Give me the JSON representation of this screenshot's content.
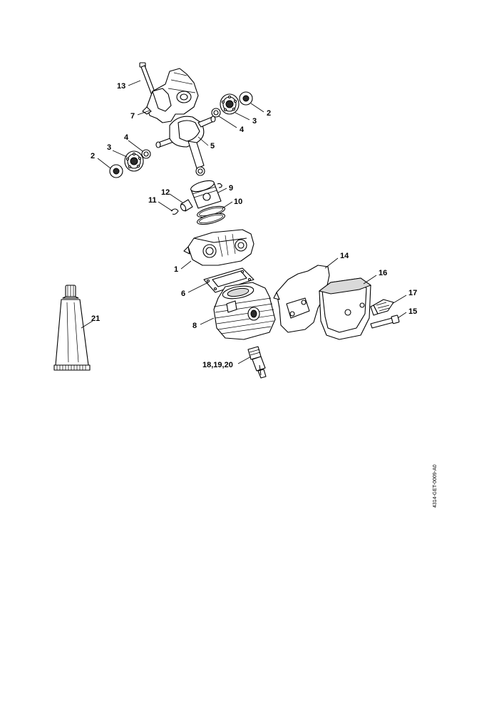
{
  "callouts": {
    "c13": "13",
    "c7": "7",
    "c2a": "2",
    "c3a": "3",
    "c4a": "4",
    "c5": "5",
    "c4b": "4",
    "c3b": "3",
    "c2b": "2",
    "c12": "12",
    "c9": "9",
    "c11": "11",
    "c10": "10",
    "c14": "14",
    "c16": "16",
    "c1": "1",
    "c6": "6",
    "c17": "17",
    "c21": "21",
    "c15": "15",
    "c8": "8",
    "c18": "18,19,20"
  },
  "drawing_code": "4314-GET-0009-A0"
}
